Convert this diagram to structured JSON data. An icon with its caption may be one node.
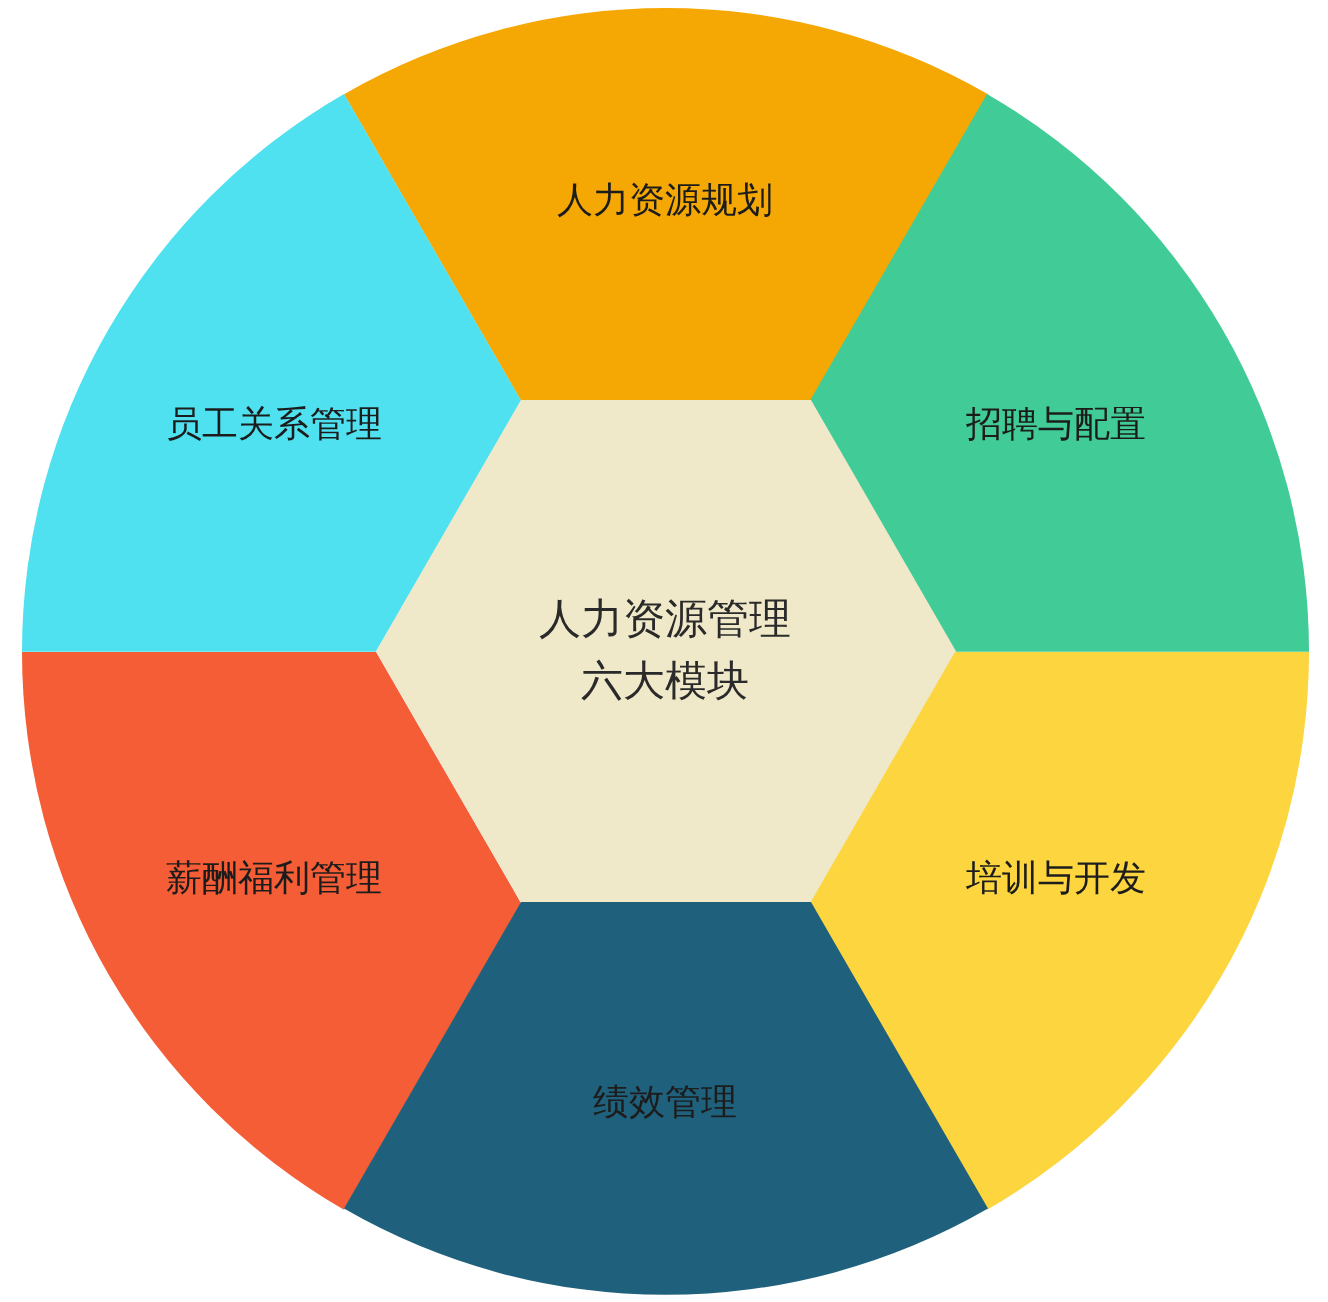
{
  "diagram": {
    "nodes": [
      {
        "text": [
          "人力资源规划"
        ]
      },
      {
        "text": [
          "员工关系管理"
        ]
      },
      {
        "text": [
          "招聘与配置"
        ]
      },
      {
        "text": [
          "人力资源管理六大模块"
        ]
      },
      {
        "text": [
          "薪酬福利管理"
        ]
      },
      {
        "text": [
          "培训与开发"
        ]
      },
      {
        "text": [
          "绩效管理"
        ]
      }
    ]
  }
}
